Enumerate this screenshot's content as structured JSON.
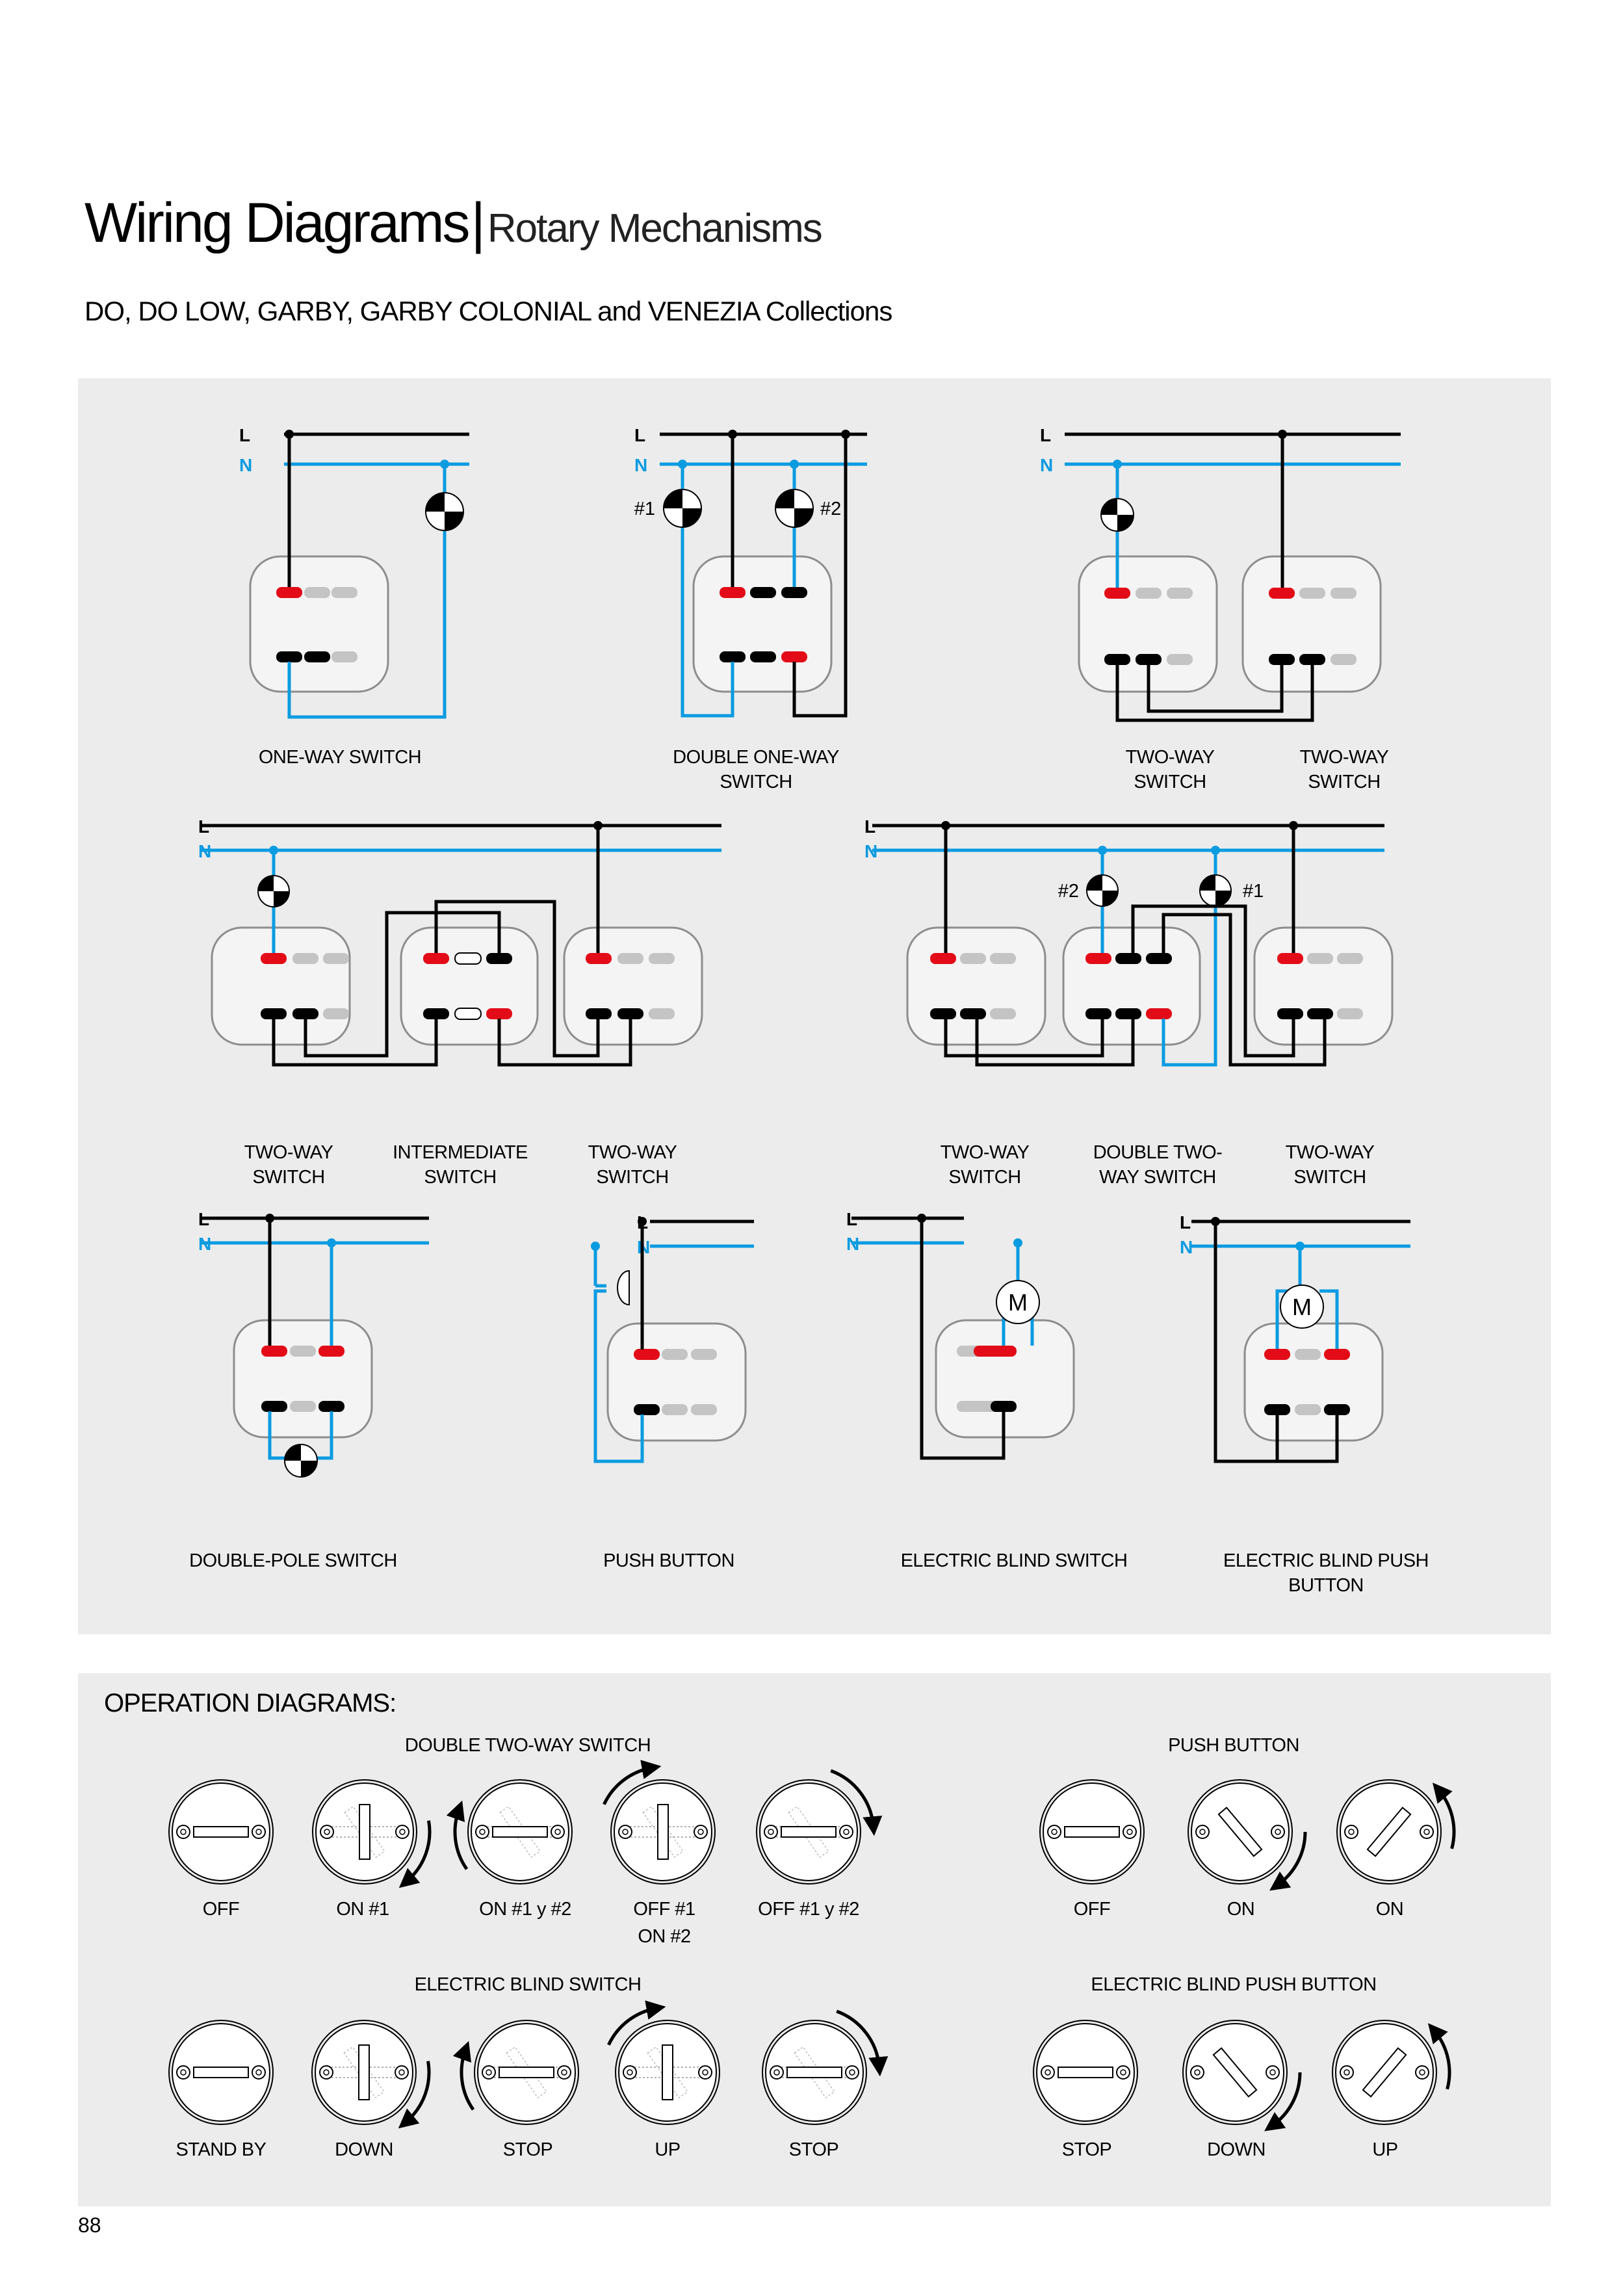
{
  "header": {
    "title": "Wiring Diagrams",
    "separator": "|",
    "title_sub": "Rotary Mechanisms",
    "subtitle": "DO, DO LOW, GARBY, GARBY COLONIAL and VENEZIA Collections"
  },
  "colors": {
    "live": "#000000",
    "neutral": "#0a9be0",
    "terminal_active": "#e30b17",
    "terminal_inactive": "#c4c4c4",
    "panel_bg": "#ececec",
    "switch_body": "#f4f4f4"
  },
  "line_labels": {
    "live": "L",
    "neutral": "N"
  },
  "lamp_labels": {
    "lamp1": "#1",
    "lamp2": "#2"
  },
  "motor_label": "M",
  "wiring": {
    "one_way": {
      "label": "ONE-WAY SWITCH"
    },
    "double_one_way": {
      "label_line1": "DOUBLE ONE-WAY",
      "label_line2": "SWITCH"
    },
    "two_way_pair": {
      "left_line1": "TWO-WAY",
      "left_line2": "SWITCH",
      "right_line1": "TWO-WAY",
      "right_line2": "SWITCH"
    },
    "intermediate_set": {
      "left_line1": "TWO-WAY",
      "left_line2": "SWITCH",
      "mid_line1": "INTERMEDIATE",
      "mid_line2": "SWITCH",
      "right_line1": "TWO-WAY",
      "right_line2": "SWITCH"
    },
    "double_two_way_set": {
      "left_line1": "TWO-WAY",
      "left_line2": "SWITCH",
      "mid_line1": "DOUBLE TWO-",
      "mid_line2": "WAY SWITCH",
      "right_line1": "TWO-WAY",
      "right_line2": "SWITCH"
    },
    "double_pole": {
      "label": "DOUBLE-POLE SWITCH"
    },
    "push_button": {
      "label": "PUSH BUTTON"
    },
    "blind_switch": {
      "label": "ELECTRIC BLIND SWITCH"
    },
    "blind_push": {
      "label_line1": "ELECTRIC BLIND PUSH",
      "label_line2": "BUTTON"
    }
  },
  "operation": {
    "title": "OPERATION DIAGRAMS:",
    "groups": [
      {
        "name": "DOUBLE TWO-WAY SWITCH",
        "states": [
          "OFF",
          "ON #1",
          "ON #1 y #2",
          "OFF #1",
          "OFF #1 y #2"
        ],
        "extra": "ON #2"
      },
      {
        "name": "PUSH BUTTON",
        "states": [
          "OFF",
          "ON",
          "ON"
        ]
      },
      {
        "name": "ELECTRIC BLIND SWITCH",
        "states": [
          "STAND BY",
          "DOWN",
          "STOP",
          "UP",
          "STOP"
        ]
      },
      {
        "name": "ELECTRIC BLIND PUSH BUTTON",
        "states": [
          "STOP",
          "DOWN",
          "UP"
        ]
      }
    ]
  },
  "page_number": "88"
}
